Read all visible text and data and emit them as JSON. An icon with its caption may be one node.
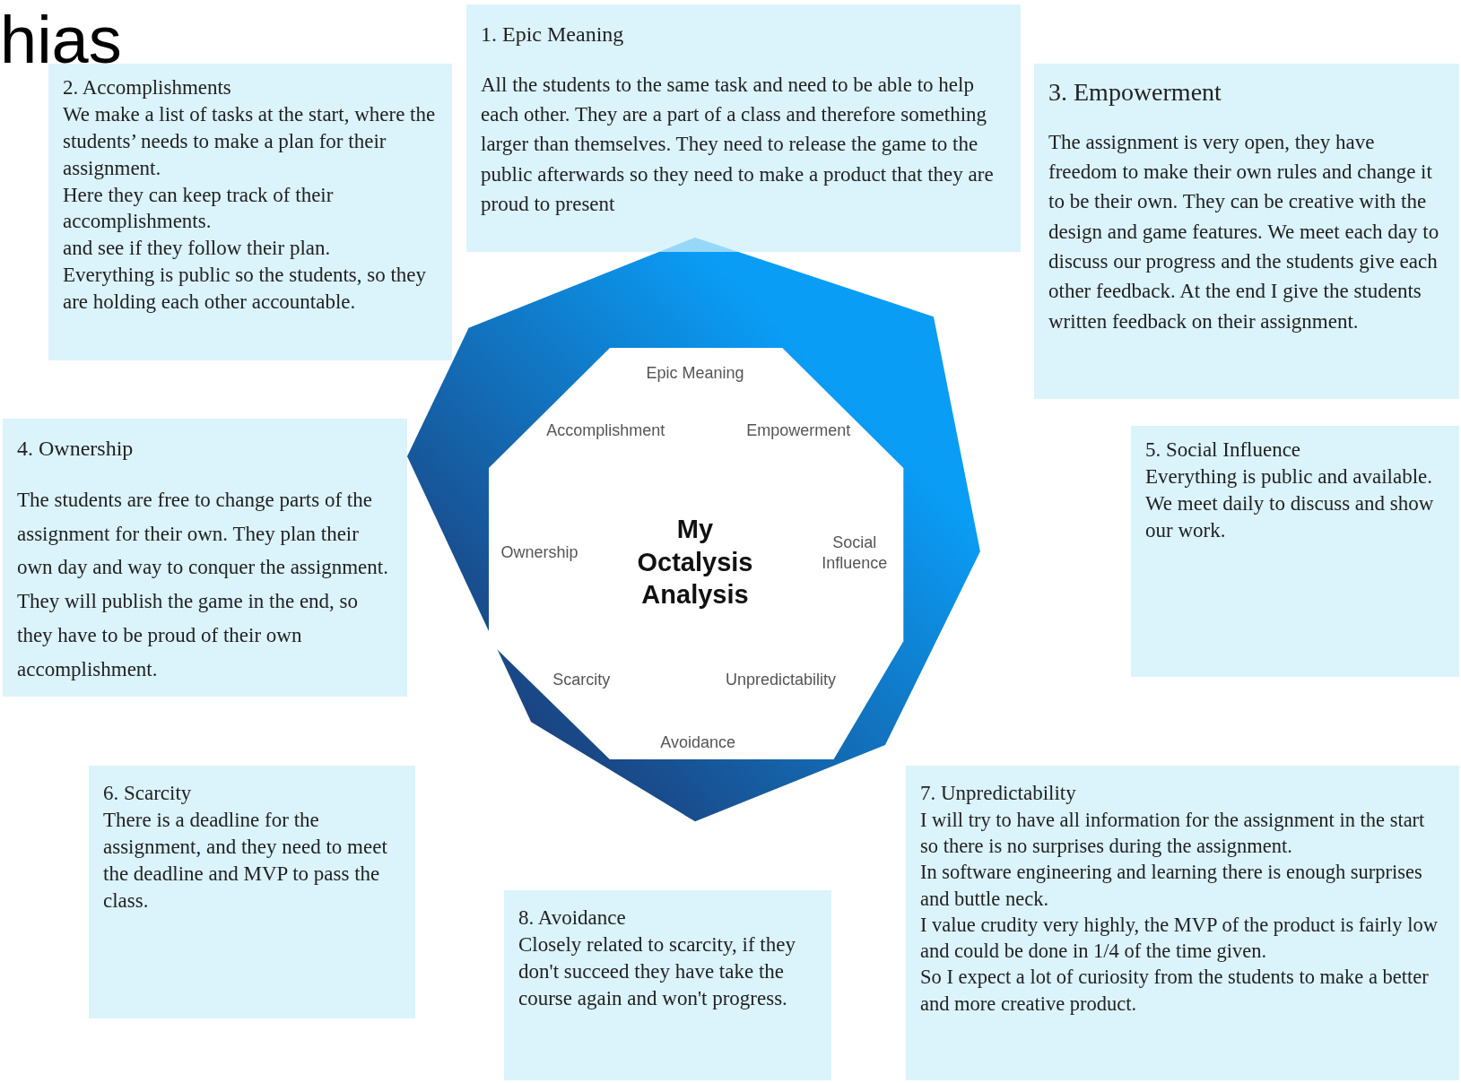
{
  "diagram": {
    "nodes": [
      {
        "text": [
          "1. Epic Meaning",
          "All the students to the same task and need to be able to help each other. They are a part of a class and therefore something larger than themselves. They need to release the game to the public afterwards so they need to make a product that they are proud to present"
        ]
      },
      {
        "text": [
          "2. Accomplishments",
          "We make a list of tasks at the start, where the students’ needs to make a plan for their assignment.",
          "Here they can keep track of their accomplishments.",
          "and see if they follow their plan.",
          "Everything is public so the students, so they are holding each other accountable."
        ]
      },
      {
        "text": [
          "3. Empowerment",
          "The assignment is very open, they have freedom to make their own rules and change it to be their own. They can be creative with the design and game features. We meet each day to discuss our progress and the students give each other feedback. At the end I give the students written feedback on their assignment."
        ]
      },
      {
        "text": [
          "Epic Meaning",
          "Accomplishment",
          "Empowerment",
          "Ownership",
          "My Octalysis Analysis",
          "Social Influence",
          "Scarcity",
          "Unpredictability",
          "Avoidance"
        ]
      },
      {
        "text": [
          "4. Ownership",
          "The students are free to change parts of the assignment for their own. They plan their own day and way to conquer the assignment. They will publish the game in the end, so they have to be proud of their own accomplishment."
        ]
      },
      {
        "text": [
          "5. Social Influence",
          "Everything is public and available.",
          "We meet daily to discuss and show our work."
        ]
      },
      {
        "text": [
          "6. Scarcity",
          "There is a deadline for the assignment, and they need to meet the deadline and MVP to pass the class."
        ]
      },
      {
        "text": [
          "7. Unpredictability",
          "I will try to have all information for the assignment in the start so there is no surprises during the assignment.",
          "In software engineering and learning there is enough surprises and buttle neck.",
          "I value crudity very highly, the MVP of the product is fairly low and could be done in 1/4 of the time given.",
          "So I expect a lot of curiosity from the students to make a better and more creative product."
        ]
      },
      {
        "text": [
          "8. Avoidance",
          "Closely related to scarcity, if they don't succeed they have take the course again and won't progress."
        ]
      }
    ],
    "edges": [],
    "labels": [
      "hias"
    ]
  }
}
